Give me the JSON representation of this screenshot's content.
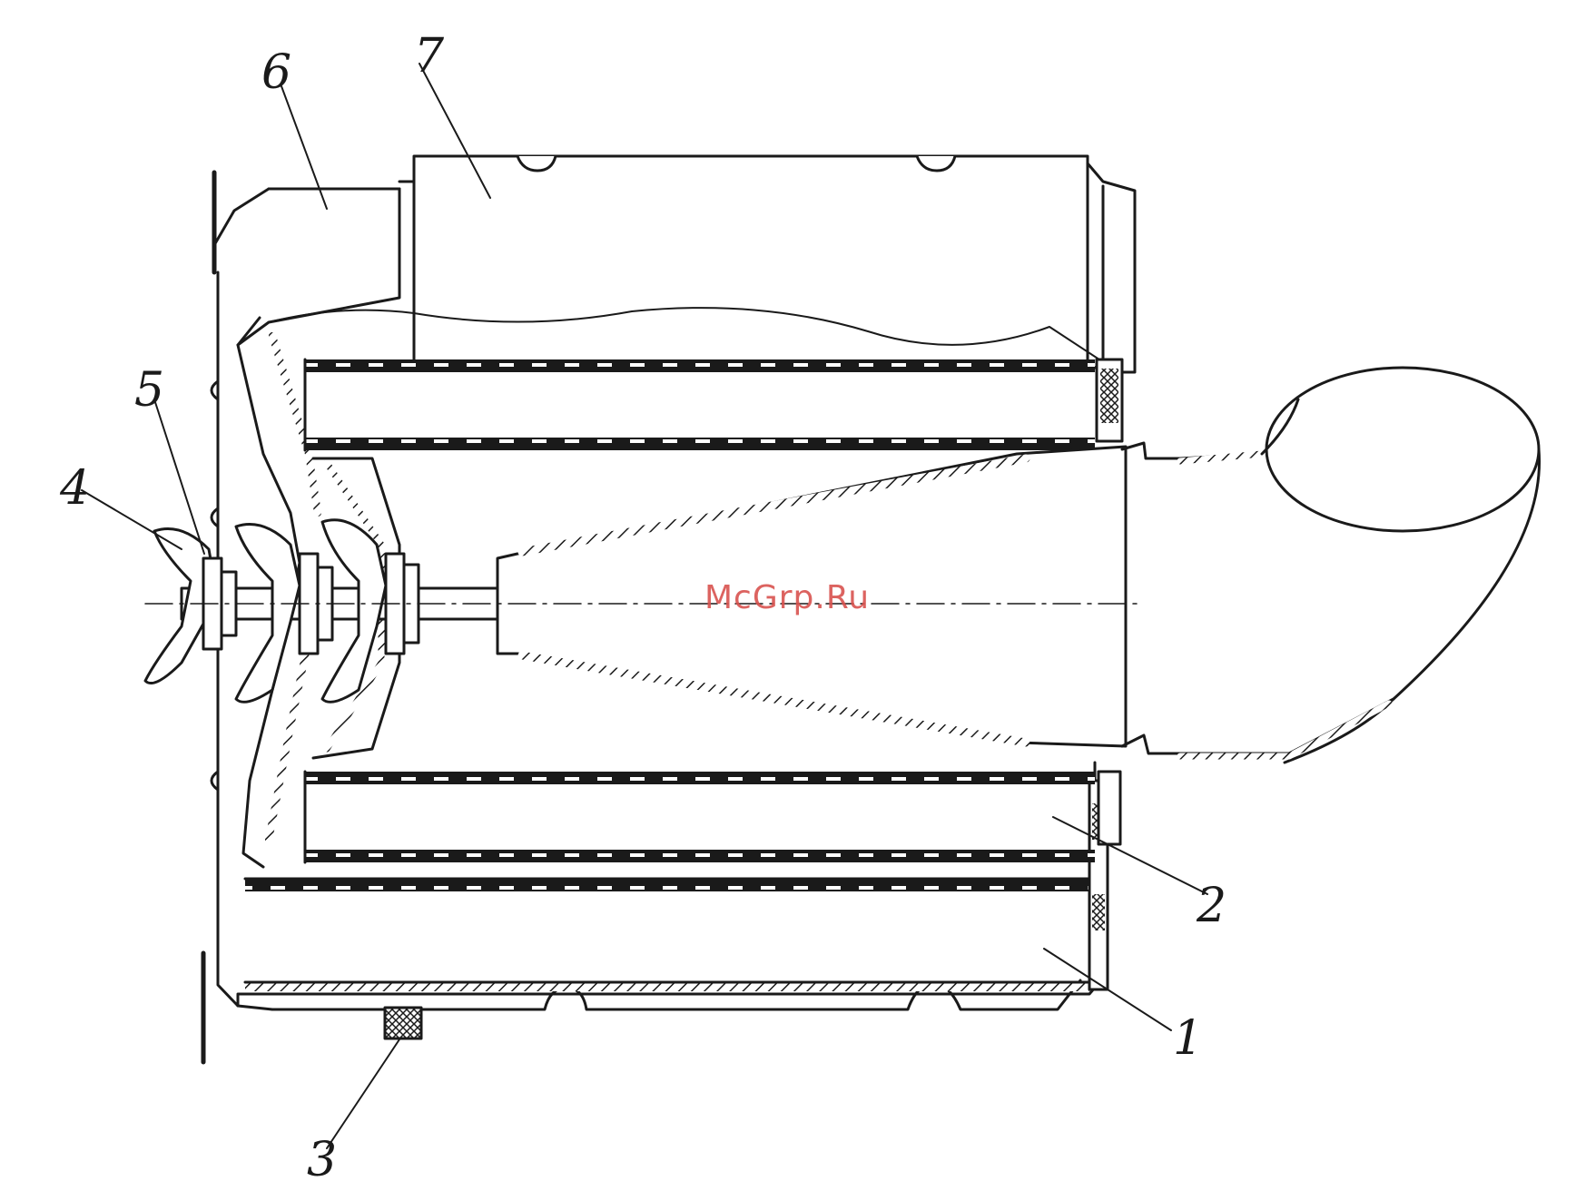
{
  "watermark": "McGrp.Ru",
  "callouts": {
    "c1": "1",
    "c2": "2",
    "c3": "3",
    "c4": "4",
    "c5": "5",
    "c6": "6",
    "c7": "7"
  },
  "colors": {
    "line": "#1a1a1a",
    "watermark": "#d9534f"
  }
}
